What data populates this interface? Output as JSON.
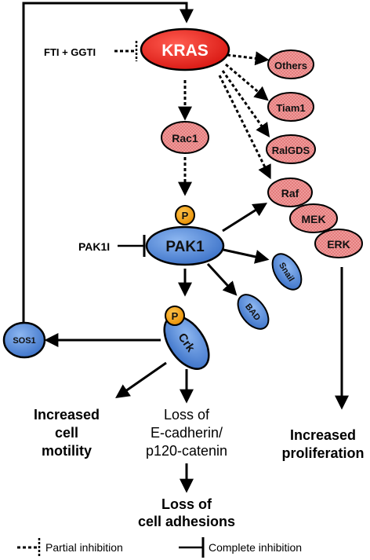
{
  "nodes": {
    "kras": "KRAS",
    "others": "Others",
    "tiam1": "Tiam1",
    "ralgds": "RalGDS",
    "rac1": "Rac1",
    "raf": "Raf",
    "mek": "MEK",
    "erk": "ERK",
    "pak1": "PAK1",
    "snail": "Snail",
    "bad": "BAD",
    "crk": "Crk",
    "sos1": "SOS1",
    "phospho": "P"
  },
  "inhibitors": {
    "fti_ggti": "FTI + GGTI",
    "pak1i": "PAK1I"
  },
  "outcomes": {
    "motility": [
      "Increased",
      "cell",
      "motility"
    ],
    "ecad": [
      "Loss of",
      "E-cadherin/",
      "p120-catenin"
    ],
    "adhesion": [
      "Loss of",
      "cell adhesions"
    ],
    "proliferation": [
      "Increased",
      "proliferation"
    ]
  },
  "legend": {
    "partial": "Partial inhibition",
    "complete": "Complete inhibition"
  },
  "colors": {
    "kras_fill": "#e8201e",
    "red_node_fill": "#ea8f8f",
    "blue_node_fill": "#4b82d6",
    "phospho_fill": "#f3a414"
  }
}
